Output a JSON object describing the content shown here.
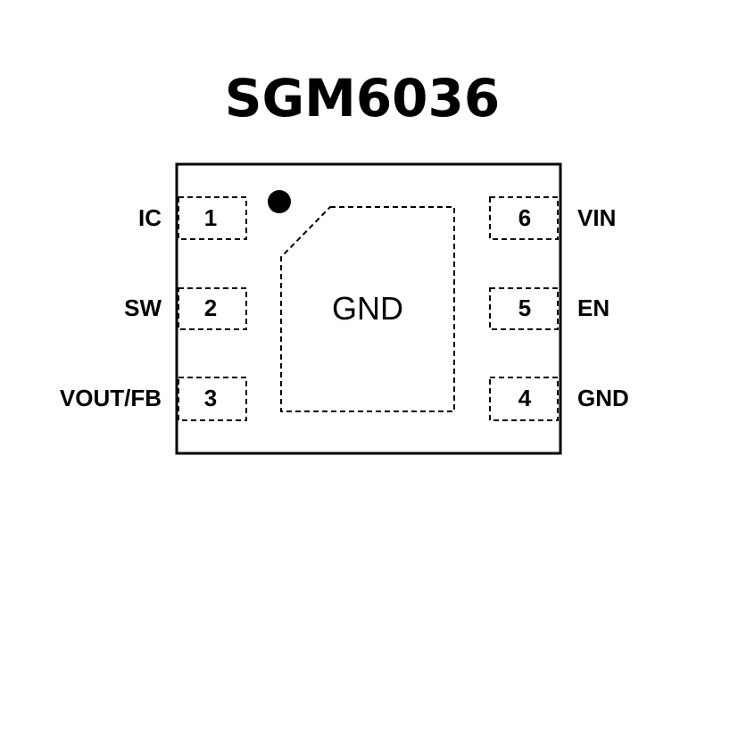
{
  "title": "SGM6036",
  "center_pad_label": "GND",
  "pins_left": [
    {
      "number": "1",
      "name": "IC"
    },
    {
      "number": "2",
      "name": "SW"
    },
    {
      "number": "3",
      "name": "VOUT/FB"
    }
  ],
  "pins_right": [
    {
      "number": "6",
      "name": "VIN"
    },
    {
      "number": "5",
      "name": "EN"
    },
    {
      "number": "4",
      "name": "GND"
    }
  ],
  "colors": {
    "ink": "#000000",
    "background": "#ffffff"
  }
}
